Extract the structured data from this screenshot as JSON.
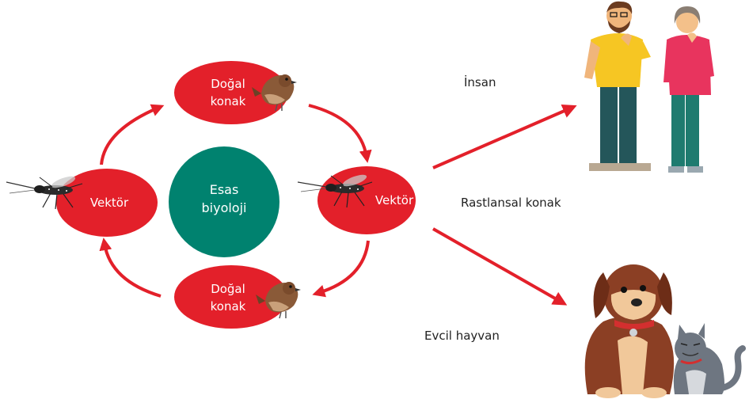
{
  "colors": {
    "node_red": "#e3202a",
    "center_teal": "#00826f",
    "arrow_red": "#e3202a",
    "text_white": "#ffffff",
    "label_dark": "#222222"
  },
  "center": {
    "line1": "Esas",
    "line2": "biyoloji"
  },
  "nodes": {
    "top": {
      "line1": "Doğal",
      "line2": "konak",
      "icon": "sparrow-icon"
    },
    "bottom": {
      "line1": "Doğal",
      "line2": "konak",
      "icon": "sparrow-icon"
    },
    "left": {
      "label": "Vektör",
      "icon": "mosquito-icon"
    },
    "right": {
      "label": "Vektör",
      "icon": "mosquito-icon"
    }
  },
  "labels": {
    "human": "İnsan",
    "incidental": "Rastlansal konak",
    "pet": "Evcil hayvan"
  },
  "illustrations": {
    "humans": "people-icon",
    "pets": "dog-and-cat-icon"
  }
}
